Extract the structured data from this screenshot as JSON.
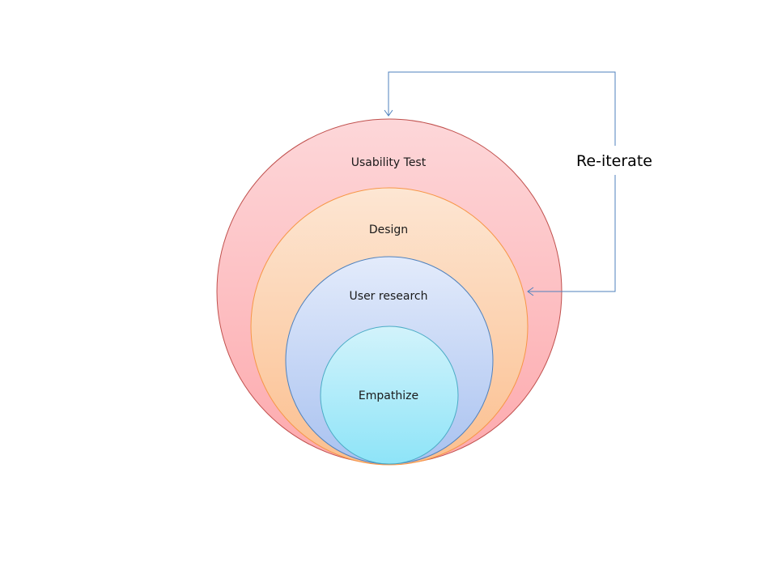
{
  "diagram": {
    "layers": [
      {
        "label": "Usability Test",
        "fill_top": "#fdd7d9",
        "fill_bottom": "#fda9ad",
        "stroke": "#c0504d"
      },
      {
        "label": "Design",
        "fill_top": "#fde6d3",
        "fill_bottom": "#fbbf8f",
        "stroke": "#f79646"
      },
      {
        "label": "User research",
        "fill_top": "#e3ebfb",
        "fill_bottom": "#a9c2f0",
        "stroke": "#4f81bd"
      },
      {
        "label": "Empathize",
        "fill_top": "#d2f3fb",
        "fill_bottom": "#8ee4f8",
        "stroke": "#4bacc6"
      }
    ],
    "loop": {
      "label": "Re-iterate",
      "color": "#4f81bd"
    }
  }
}
